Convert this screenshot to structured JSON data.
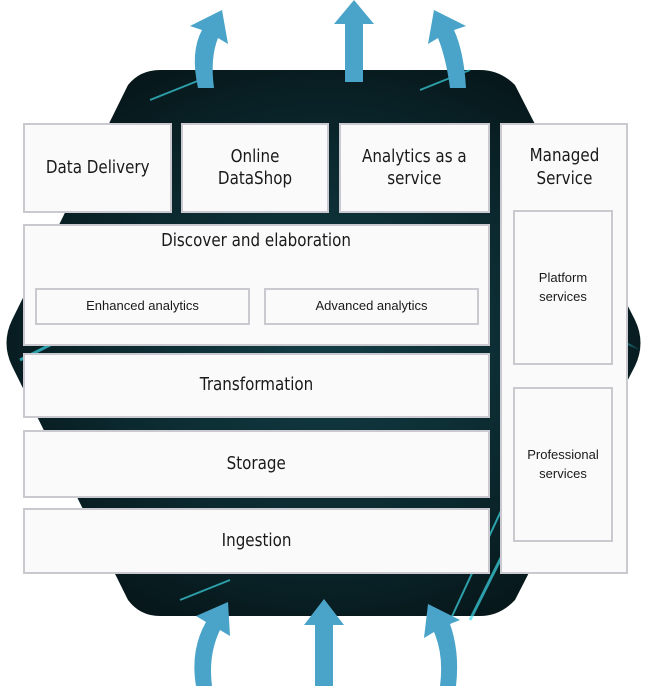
{
  "arrow_color": "#4aa3c8",
  "hexagon_color": "#0c2a30",
  "top_row": {
    "data_delivery": "Data Delivery",
    "online_datashop": "Online DataShop",
    "analytics_service": "Analytics as a\nservice"
  },
  "discover": {
    "title": "Discover and elaboration",
    "enhanced": "Enhanced analytics",
    "advanced": "Advanced analytics"
  },
  "layers": {
    "transformation": "Transformation",
    "storage": "Storage",
    "ingestion": "Ingestion"
  },
  "managed": {
    "title": "Managed\nService",
    "platform": "Platform\nservices",
    "professional": "Professional\nservices"
  }
}
